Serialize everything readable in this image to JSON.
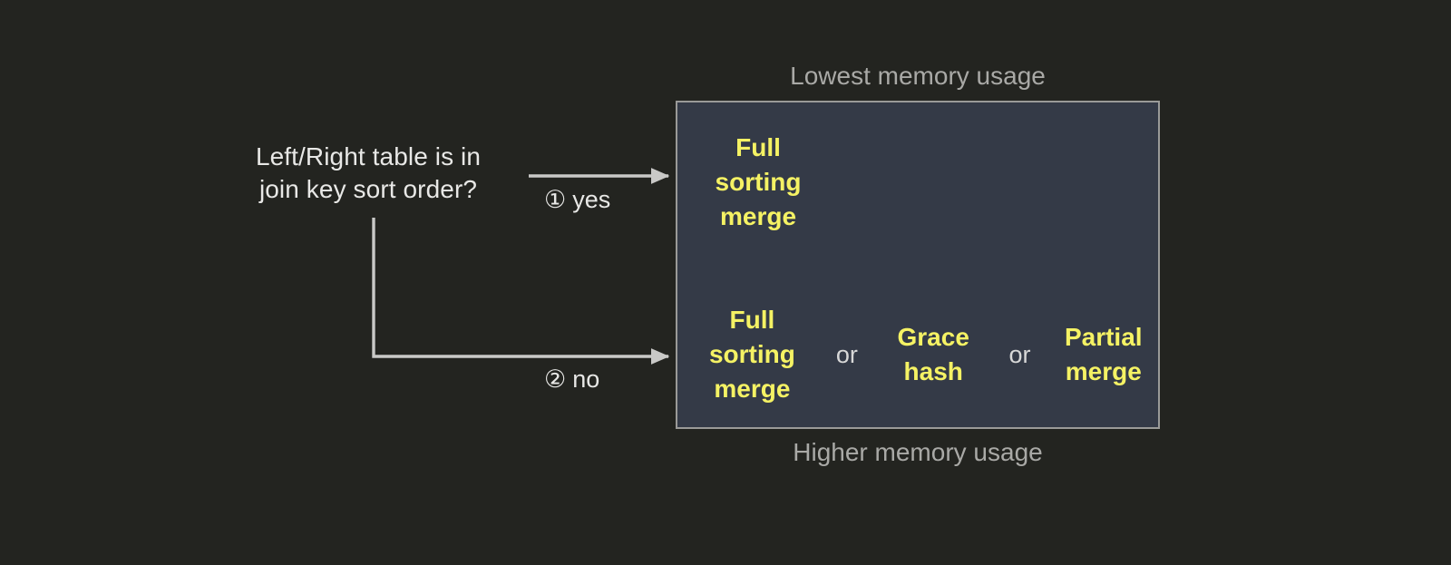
{
  "decision": {
    "question_line_1": "Left/Right table is in",
    "question_line_2": "join key sort order?"
  },
  "branches": [
    {
      "marker": "①",
      "label": "yes"
    },
    {
      "marker": "②",
      "label": "no"
    }
  ],
  "captions": {
    "top": "Lowest memory usage",
    "bottom": "Higher memory usage"
  },
  "panel": {
    "rows": [
      {
        "options": [
          {
            "line_1": "Full",
            "line_2": "sorting",
            "line_3": "merge"
          }
        ],
        "conjunctions": []
      },
      {
        "options": [
          {
            "line_1": "Full",
            "line_2": "sorting",
            "line_3": "merge"
          },
          {
            "line_1": "Grace",
            "line_2": "hash",
            "line_3": ""
          },
          {
            "line_1": "Partial",
            "line_2": "merge",
            "line_3": ""
          }
        ],
        "conjunctions": [
          "or",
          "or"
        ]
      }
    ]
  },
  "colors": {
    "background": "#232420",
    "panel_fill": "#343a47",
    "panel_border": "#9a9a98",
    "option_text": "#f5f264",
    "body_text": "#e8e8e6",
    "caption_text": "#a9a9a6",
    "connector": "#c9c9c7"
  }
}
